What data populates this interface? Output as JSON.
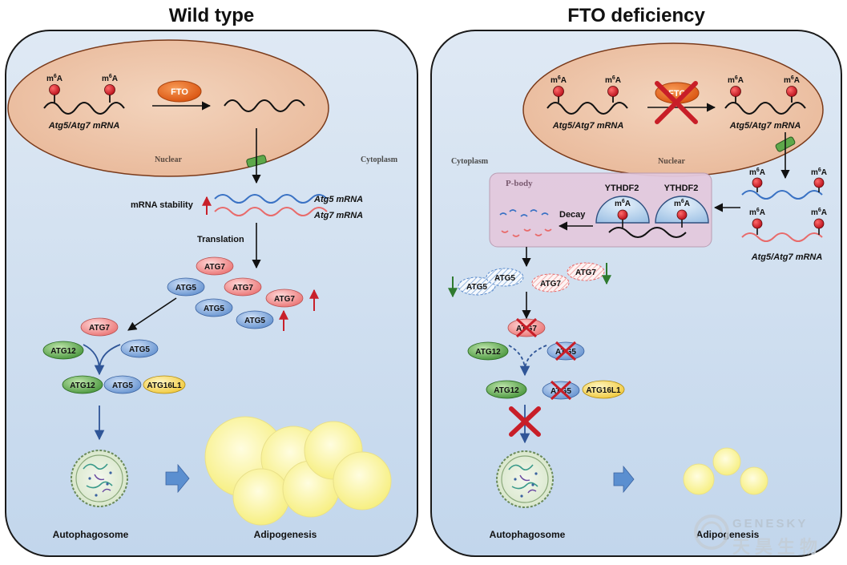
{
  "wild": {
    "title": "Wild type",
    "fto": "FTO",
    "m6a": "m6A",
    "mrna_label": "Atg5/Atg7 mRNA",
    "nuclear": "Nuclear",
    "cytoplasm": "Cytoplasm",
    "mrna_stability": "mRNA stability",
    "atg5_mrna": "Atg5 mRNA",
    "atg7_mrna": "Atg7 mRNA",
    "translation": "Translation",
    "atg7": "ATG7",
    "atg5": "ATG5",
    "atg12": "ATG12",
    "atg16l1": "ATG16L1",
    "autophagosome": "Autophagosome",
    "adipogenesis": "Adipogenesis"
  },
  "fto_def": {
    "title": "FTO deficiency",
    "fto": "FTO",
    "m6a": "m6A",
    "mrna_label": "Atg5/Atg7 mRNA",
    "nuclear": "Nuclear",
    "cytoplasm": "Cytoplasm",
    "pbody": "P-body",
    "ythdf2": "YTHDF2",
    "decay": "Decay",
    "atg5": "ATG5",
    "atg7": "ATG7",
    "atg12": "ATG12",
    "atg16l1": "ATG16L1",
    "autophagosome": "Autophagosome",
    "adipogenesis": "Adipogenesis"
  },
  "watermark": {
    "brand": "GENESKY",
    "chinese": "天昊生物"
  },
  "colors": {
    "cell_fill": "#c9dbee",
    "nucleus_fill": "#eec4a8",
    "fto_orange": "#e8601a",
    "m6a_red": "#d4202a",
    "atg5_blue": "#6d9ad4",
    "atg7_red": "#ee8a8a",
    "atg12_green": "#5aa84a",
    "atg16l1_yellow": "#f4d24c",
    "arrow_up_red": "#c8202a",
    "arrow_down_green": "#3a8a3a",
    "pbody_fill": "#e6cbe0",
    "fat_yellow": "#fff8a0"
  }
}
